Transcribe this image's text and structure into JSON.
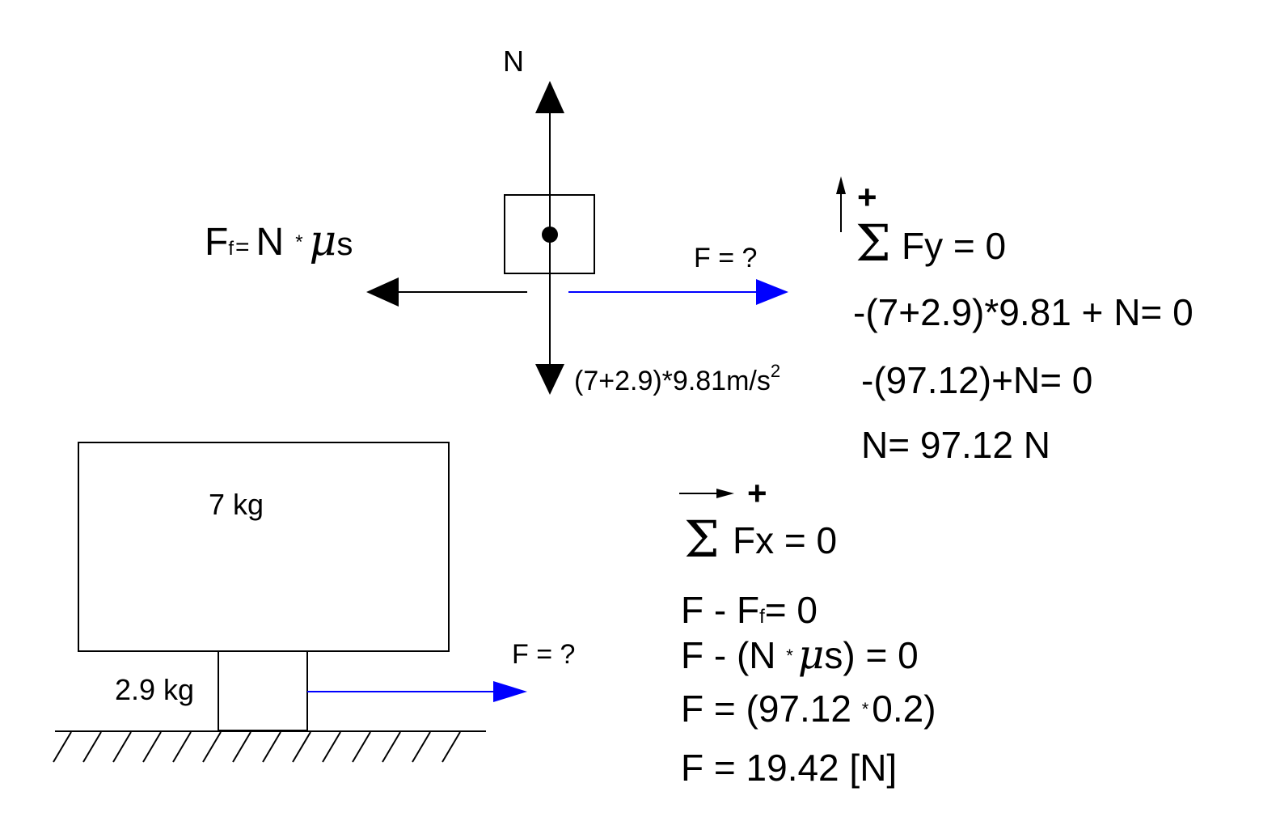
{
  "fbd": {
    "normal_label": "N",
    "applied_label": "F = ?",
    "weight_label": "(7+2.9)*9.81m/s",
    "weight_exp": "2",
    "friction": {
      "F": "F",
      "sub": "f",
      "eq": "=",
      "N": "N",
      "star": "*",
      "mu": "μ",
      "s": "s"
    }
  },
  "sum_y": {
    "plus": "+",
    "sigma": "Σ",
    "header": "Fy = 0",
    "lines": [
      "-(7+2.9)*9.81 + N= 0",
      "-(97.12)+N= 0",
      "N= 97.12 N"
    ]
  },
  "sum_x": {
    "plus": "+",
    "sigma": "Σ",
    "header": "Fx = 0",
    "line1": {
      "a": "F - F",
      "sub": "f",
      "b": "= 0"
    },
    "line2": {
      "a": "F - (N ",
      "star": "*",
      "mu": "μ",
      "b": "s) = 0"
    },
    "line3": {
      "a": "F = (97.12 ",
      "star": "*",
      "b": "0.2)"
    },
    "line4": "F = 19.42 [N]"
  },
  "setup": {
    "mass_top": "7 kg",
    "mass_bottom": "2.9 kg",
    "applied_label": "F = ?"
  },
  "colors": {
    "force": "#0000ff",
    "ink": "#000000"
  }
}
